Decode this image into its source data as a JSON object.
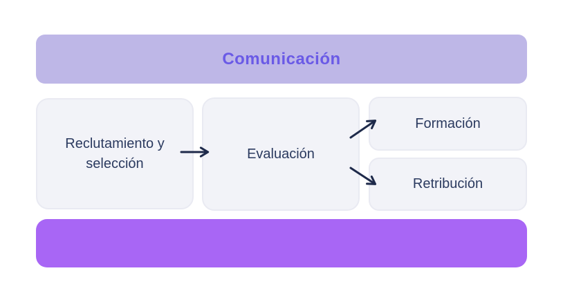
{
  "banner": {
    "label": "Comunicación"
  },
  "boxes": [
    {
      "id": "reclutamiento-y-seleccion",
      "label": "Reclutamiento y selección"
    },
    {
      "id": "evaluacion",
      "label": "Evaluación"
    },
    {
      "id": "formacion",
      "label": "Formación"
    },
    {
      "id": "retribucion",
      "label": "Retribución"
    }
  ],
  "arrows": [
    {
      "from": "reclutamiento-y-seleccion",
      "to": "evaluacion"
    },
    {
      "from": "evaluacion",
      "to": "formacion"
    },
    {
      "from": "evaluacion",
      "to": "retribucion"
    }
  ],
  "bottom_bar": {
    "label": ""
  },
  "colors": {
    "page_bg": "#ffffff",
    "banner_bg": "#beb7e7",
    "banner_text": "#6a5ae6",
    "box_bg": "#f2f3f8",
    "box_border": "#e9eaf2",
    "box_text": "#2b3a5f",
    "arrow": "#1e2a4a",
    "bottom_bar_bg": "#a866f5"
  }
}
